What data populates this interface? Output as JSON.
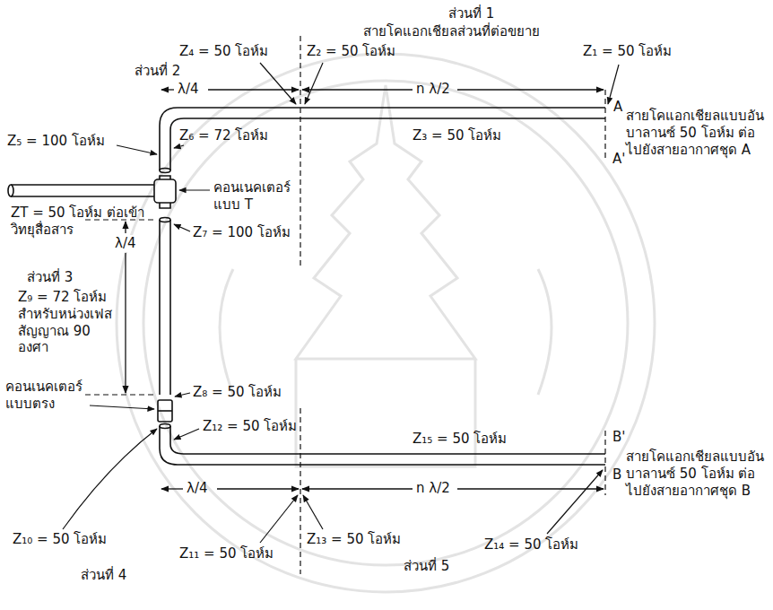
{
  "diagram": {
    "labels": [
      "ส่วนที่ 1",
      "สายโคแอกเชียลส่วนที่ต่อขยาย",
      "Z₄ = 50 โอห์ม",
      "Z₂ = 50 โอห์ม",
      "Z₁ = 50 โอห์ม",
      "ส่วนที่ 2",
      "λ/4",
      "n λ/2",
      "A",
      "สายโคแอกเชียลแบบอันบาลานซ์ 50 โอห์ม ต่อไปยังสายอากาศชุด A",
      "Z₅ = 100 โอห์ม",
      "Z₆ = 72 โอห์ม",
      "Z₃ = 50 โอห์ม",
      "A'",
      "คอนเนคเตอร์ แบบ T",
      "ZT = 50 โอห์ม ต่อเข้าวิทยุสื่อสาร",
      "Z₇ = 100 โอห์ม",
      "λ/4",
      "ส่วนที่ 3",
      "Z₉ = 72 โอห์ม สำหรับหน่วงเฟส สัญญาณ 90 องศา",
      "Z₈ = 50 โอห์ม",
      "คอนเนคเตอร์ แบบตรง",
      "Z₁₂ = 50 โอห์ม",
      "Z₁₅ = 50 โอห์ม",
      "B'",
      "สายโคแอกเชียลแบบอันบาลานซ์ 50 โอห์ม ต่อไปยังสายอากาศชุด B",
      "B",
      "λ/4",
      "n λ/2",
      "Z₁₀ = 50 โอห์ม",
      "Z₁₁ = 50 โอห์ม",
      "Z₁₃ = 50 โอห์ม",
      "Z₁₄ = 50 โอห์ม",
      "ส่วนที่ 4",
      "ส่วนที่ 5"
    ]
  }
}
